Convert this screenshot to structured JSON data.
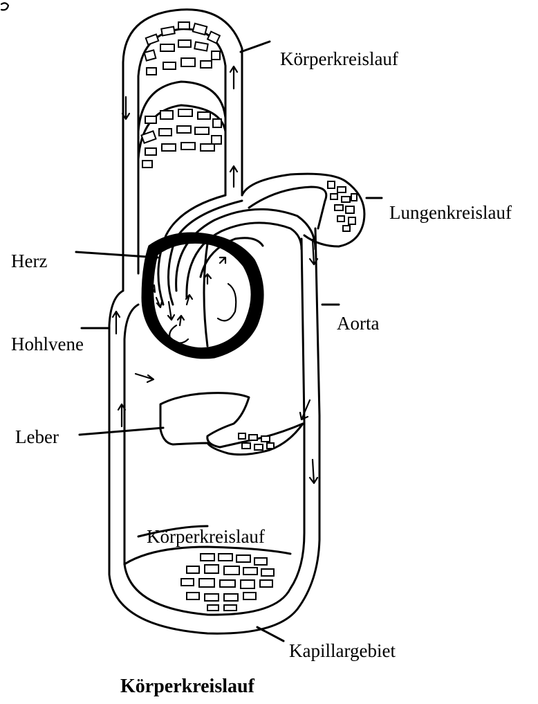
{
  "labels": {
    "top_body_circulation": "Körperkreislauf",
    "pulmonary_circulation": "Lungenkreislauf",
    "heart": "Herz",
    "aorta": "Aorta",
    "vena_cava": "Hohlvene",
    "liver": "Leber",
    "lower_body_circulation": "Körperkreislauf",
    "capillary_area": "Kapillargebiet"
  },
  "caption": "Körperkreislauf"
}
